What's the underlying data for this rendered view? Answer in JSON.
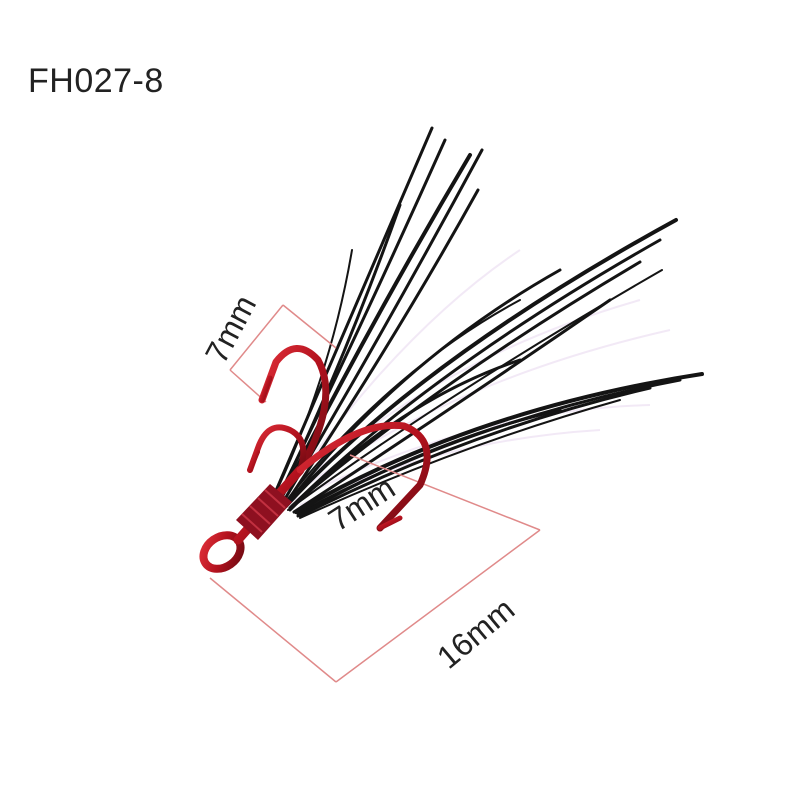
{
  "product": {
    "code": "FH027-8"
  },
  "dimensions": {
    "hook_gap": "7mm",
    "point_length": "7mm",
    "overall_length": "16mm"
  },
  "colors": {
    "hook": "#b3121e",
    "feather": "#141414",
    "wrap": "#8e1020",
    "measure_line": "#e08a8a",
    "flash": "#e8d8ef"
  },
  "icons": {
    "subject": "treble-hook-with-feather"
  }
}
